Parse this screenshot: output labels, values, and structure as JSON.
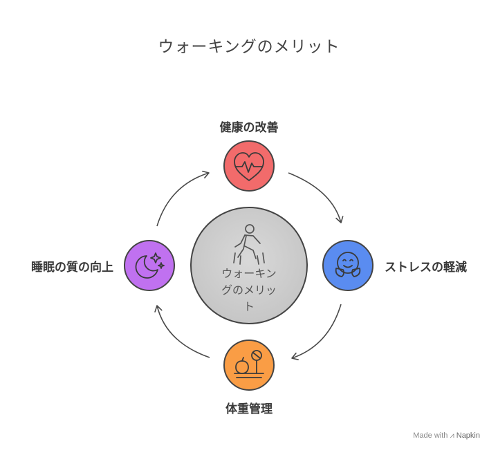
{
  "title": "ウォーキングのメリット",
  "center": {
    "line1": "ウォーキン",
    "line2": "グのメリッ",
    "line3": "ト",
    "icon": "walking-person-icon"
  },
  "nodes": [
    {
      "id": "top",
      "label": "健康の改善",
      "icon": "heart-pulse-icon",
      "color": "#f26b6b"
    },
    {
      "id": "right",
      "label": "ストレスの軽減",
      "icon": "happy-face-icon",
      "color": "#5a8cf0"
    },
    {
      "id": "bottom",
      "label": "体重管理",
      "icon": "scale-apple-icon",
      "color": "#fa9d45"
    },
    {
      "id": "left",
      "label": "睡眠の質の向上",
      "icon": "moon-stars-icon",
      "color": "#c071f0"
    }
  ],
  "footer": {
    "made_with": "Made with",
    "brand": "Napkin"
  }
}
